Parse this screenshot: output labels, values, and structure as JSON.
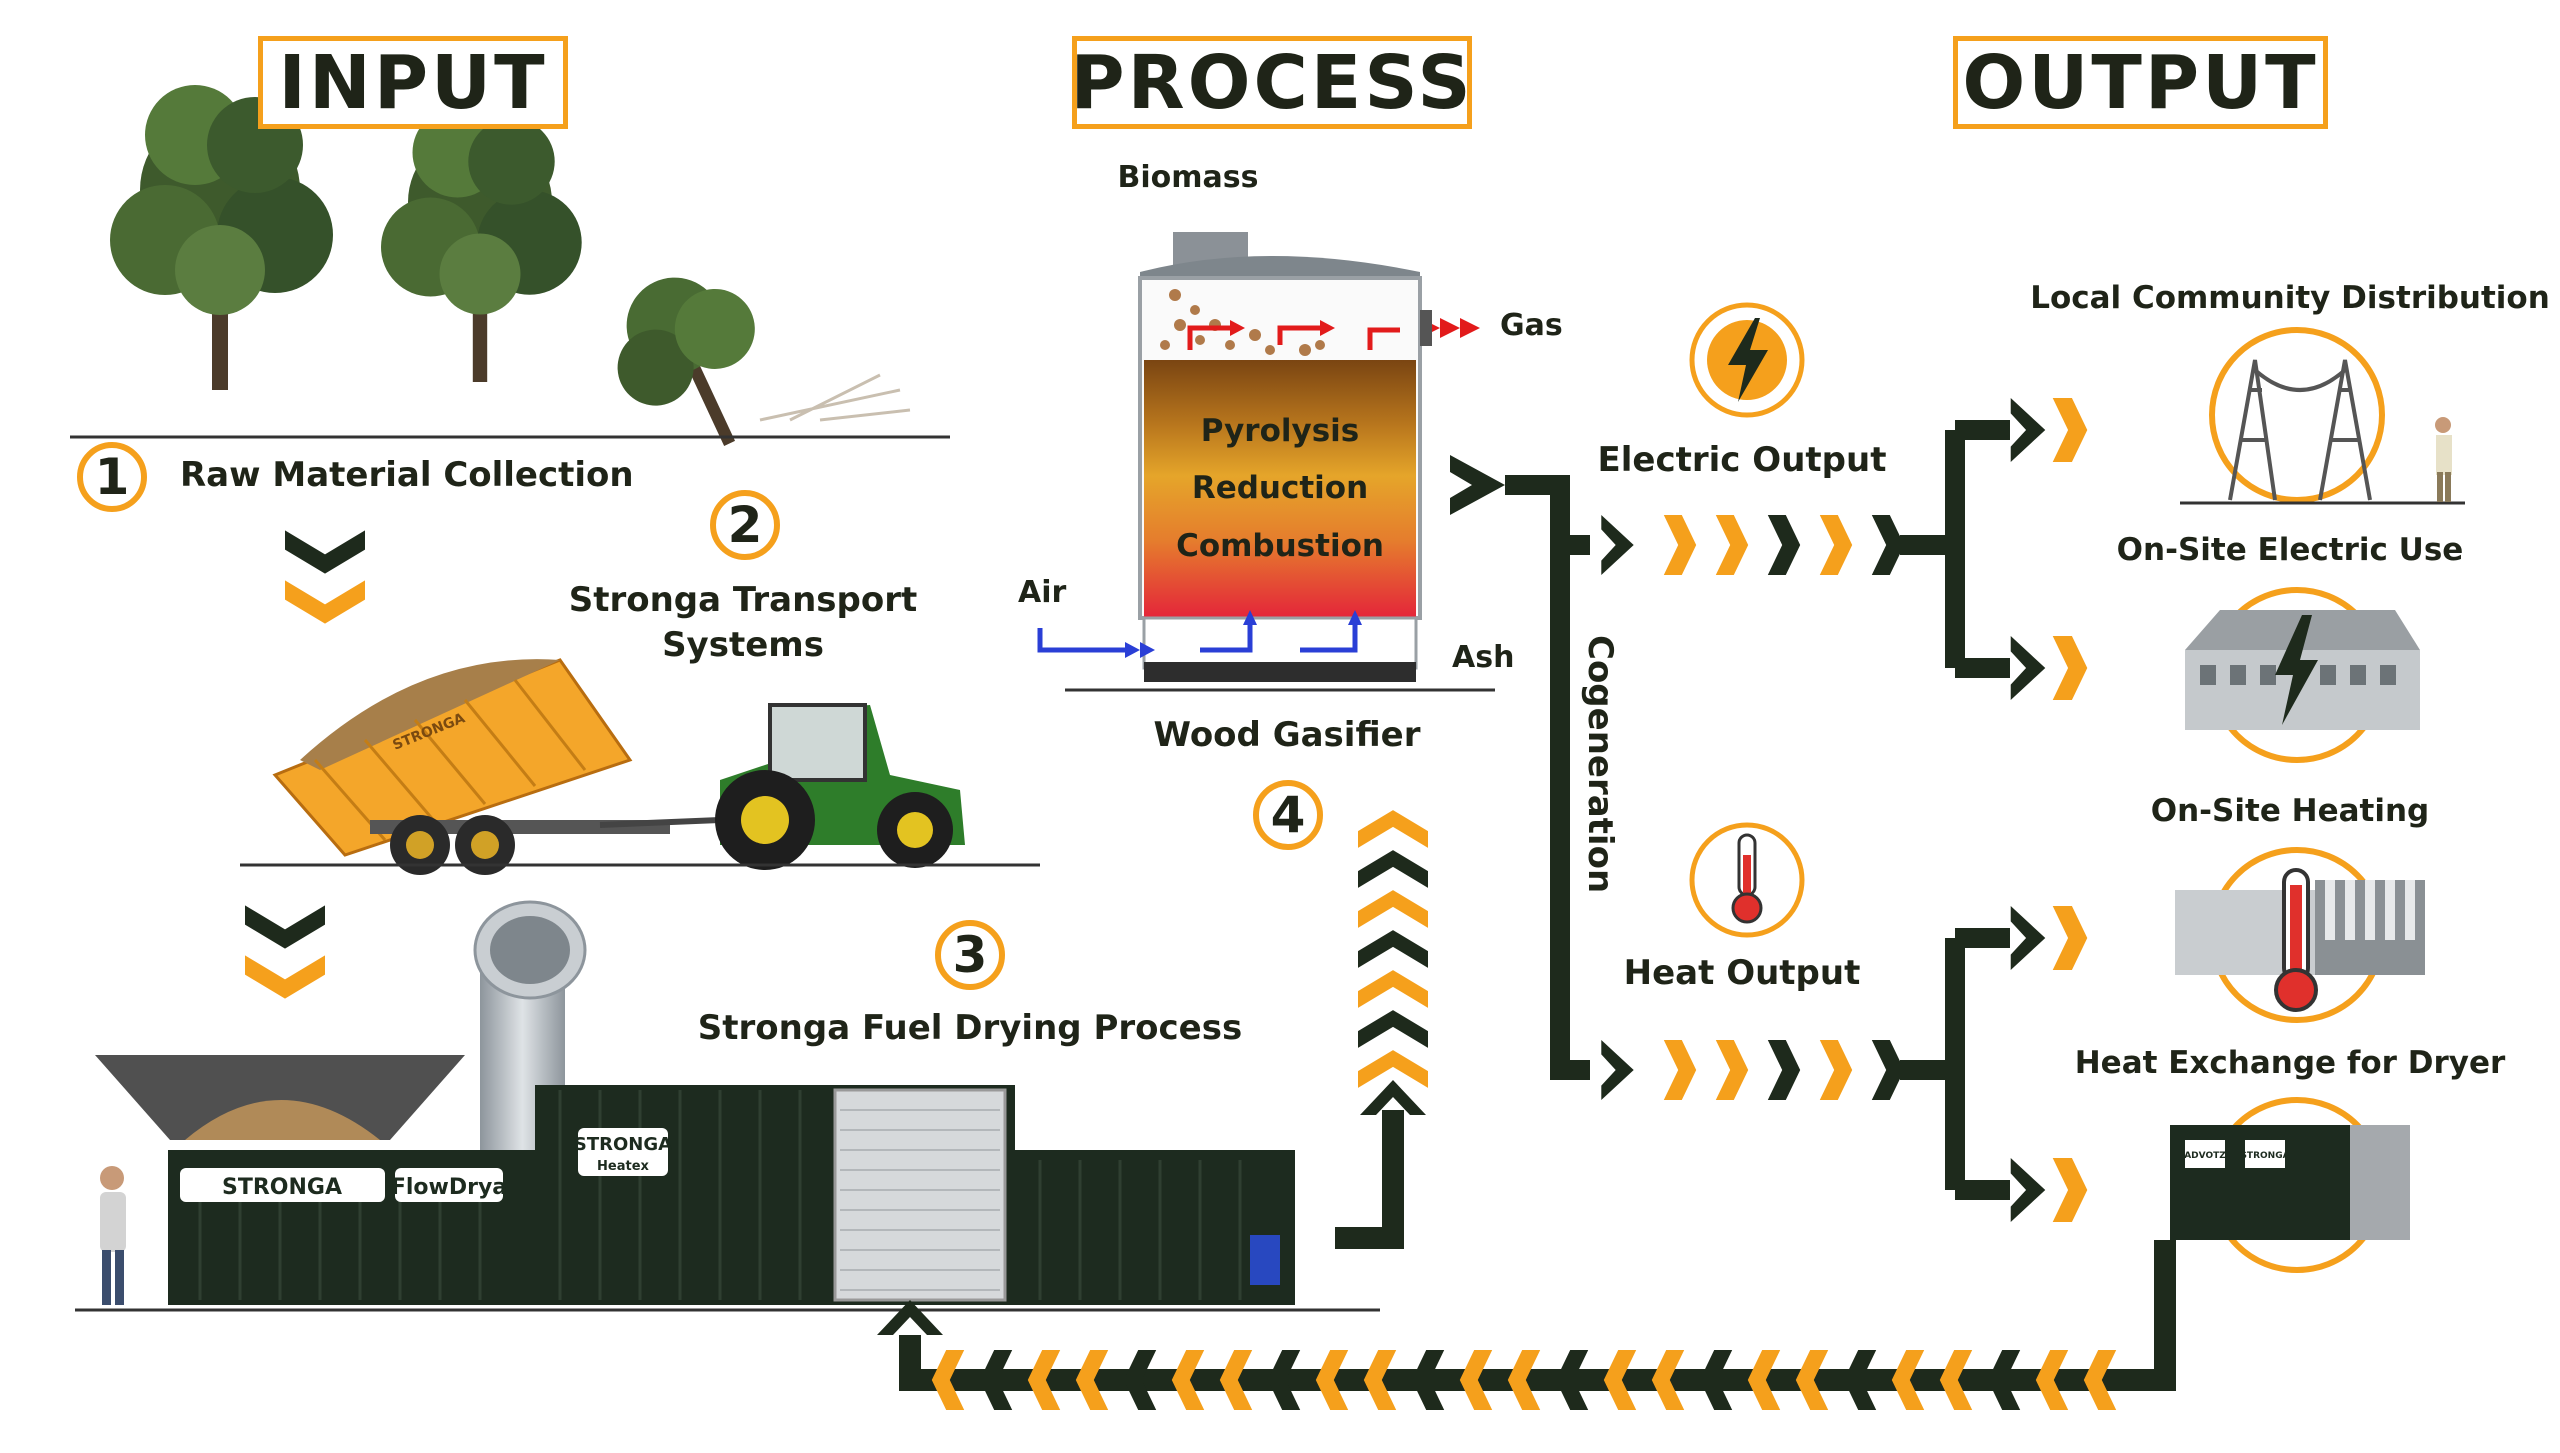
{
  "headers": {
    "input": "INPUT",
    "process": "PROCESS",
    "output": "OUTPUT"
  },
  "steps": [
    {
      "number": "1",
      "label": "Raw Material Collection"
    },
    {
      "number": "2",
      "label_line1": "Stronga Transport",
      "label_line2": "Systems"
    },
    {
      "number": "3",
      "label": "Stronga Fuel Drying Process"
    },
    {
      "number": "4",
      "label": "Wood Gasifier"
    }
  ],
  "gasifier": {
    "biomass": "Biomass",
    "gas": "Gas",
    "air": "Air",
    "ash": "Ash",
    "zones": [
      "Pyrolysis",
      "Reduction",
      "Combustion"
    ]
  },
  "cogeneration": "Cogeneration",
  "electric_output": "Electric Output",
  "heat_output": "Heat Output",
  "outputs": [
    {
      "label": "Local Community Distribution",
      "icon": "pylon-icon"
    },
    {
      "label": "On-Site Electric Use",
      "icon": "building-lightning-icon"
    },
    {
      "label": "On-Site Heating",
      "icon": "building-thermometer-icon"
    },
    {
      "label": "Heat Exchange for Dryer",
      "icon": "heat-exchanger-icon"
    }
  ],
  "machine_text": {
    "trailer": "STRONGA",
    "dryer_brand": "STRONGA",
    "dryer_model": "FlowDrya",
    "heatex_brand": "STRONGA",
    "heatex_model": "Heatex",
    "exchanger_a": "ADVOTZ",
    "exchanger_b": "STRONGA"
  },
  "colors": {
    "accent": "#f5a01c",
    "dark": "#1e2a1c",
    "wall": "#1d2b1f",
    "flame": "#e0302c",
    "air": "#2a3fd6"
  }
}
